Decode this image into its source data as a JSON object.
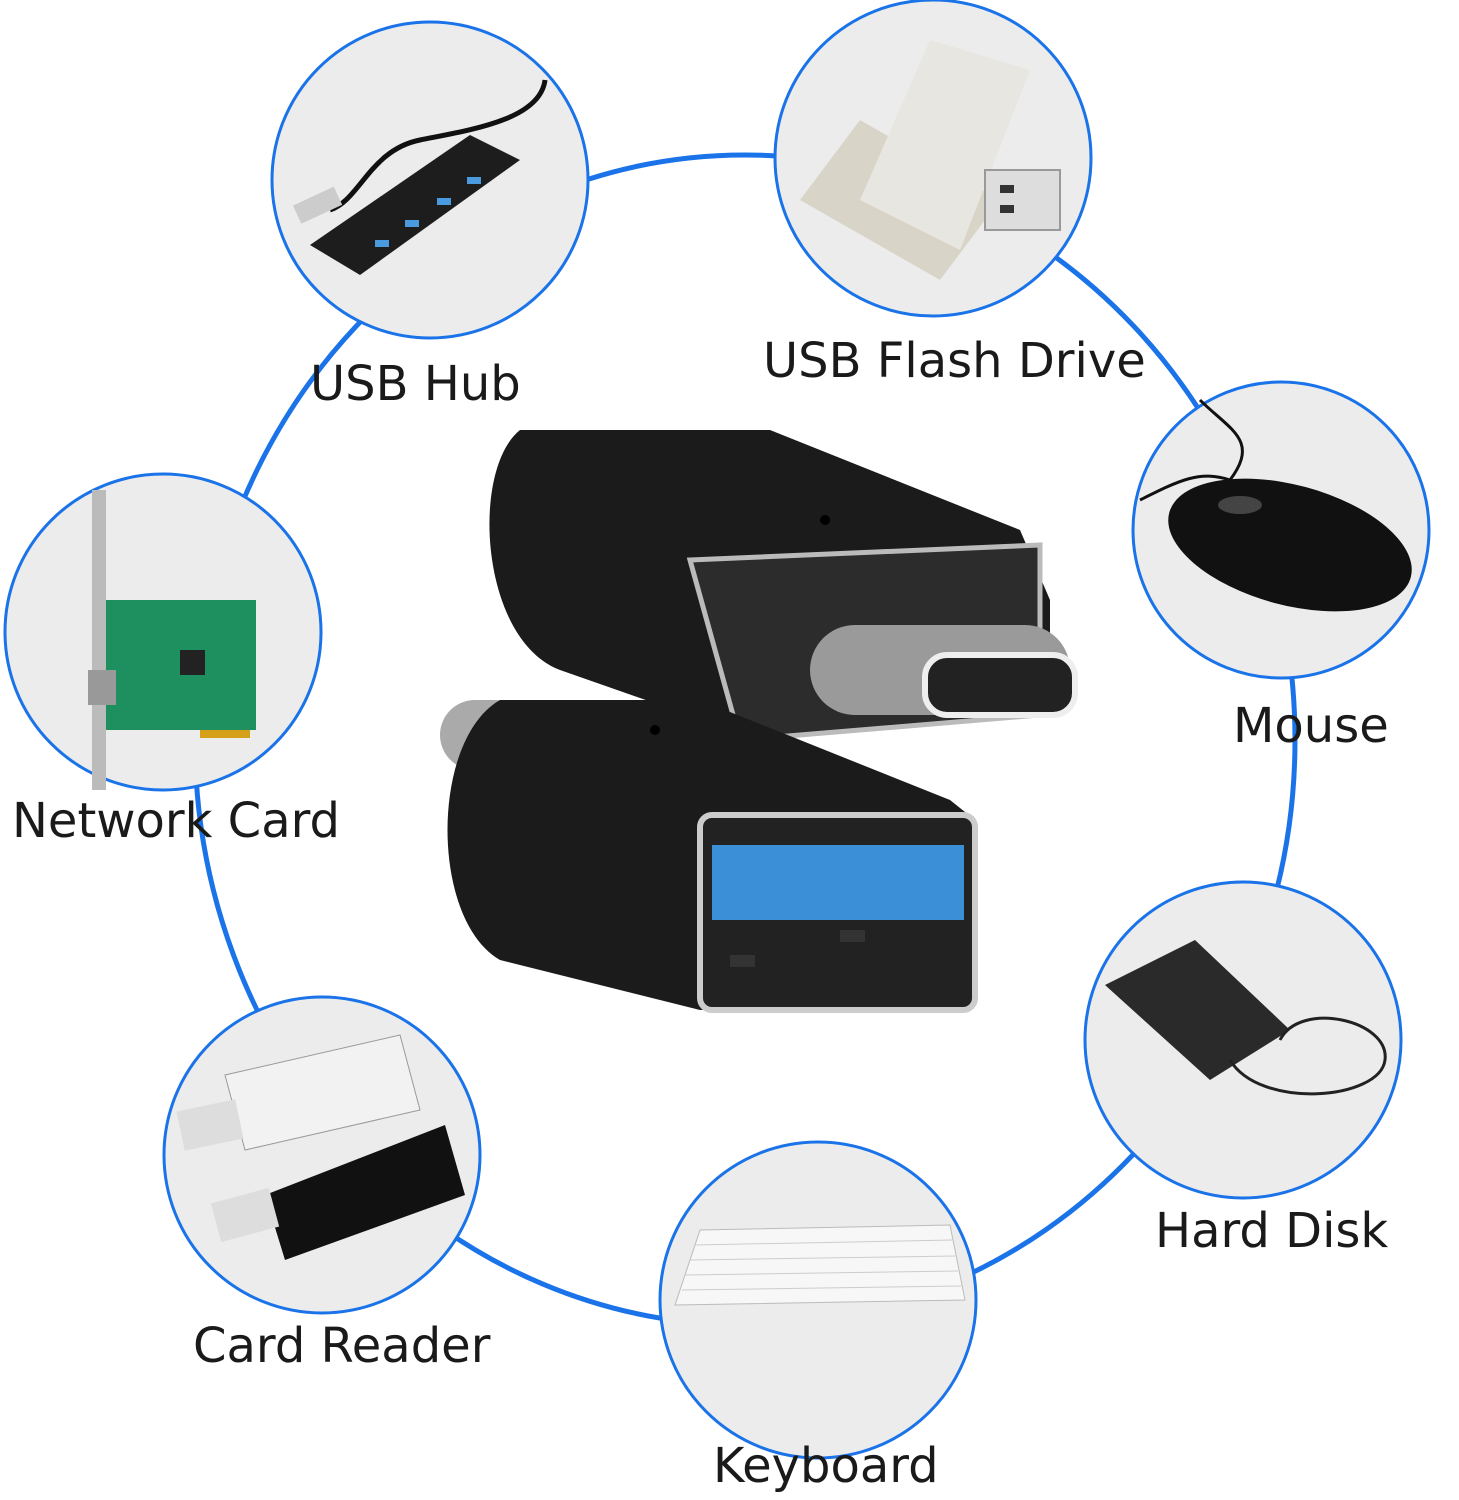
{
  "colors": {
    "ring": "#1a73e8",
    "circle_fill": "#e9e9e9",
    "adapter_body": "#1b1b1b",
    "usb_blue": "#3a8fd6"
  },
  "devices": [
    {
      "id": "usb-hub",
      "label": "USB Hub",
      "icon": "usb-hub-icon"
    },
    {
      "id": "usb-flash-drive",
      "label": "USB Flash Drive",
      "icon": "flash-drive-icon"
    },
    {
      "id": "mouse",
      "label": "Mouse",
      "icon": "mouse-icon"
    },
    {
      "id": "network-card",
      "label": "Network Card",
      "icon": "network-card-icon"
    },
    {
      "id": "hard-disk",
      "label": "Hard Disk",
      "icon": "hard-disk-icon"
    },
    {
      "id": "card-reader",
      "label": "Card Reader",
      "icon": "card-reader-icon"
    },
    {
      "id": "keyboard",
      "label": "Keyboard",
      "icon": "keyboard-icon"
    }
  ]
}
